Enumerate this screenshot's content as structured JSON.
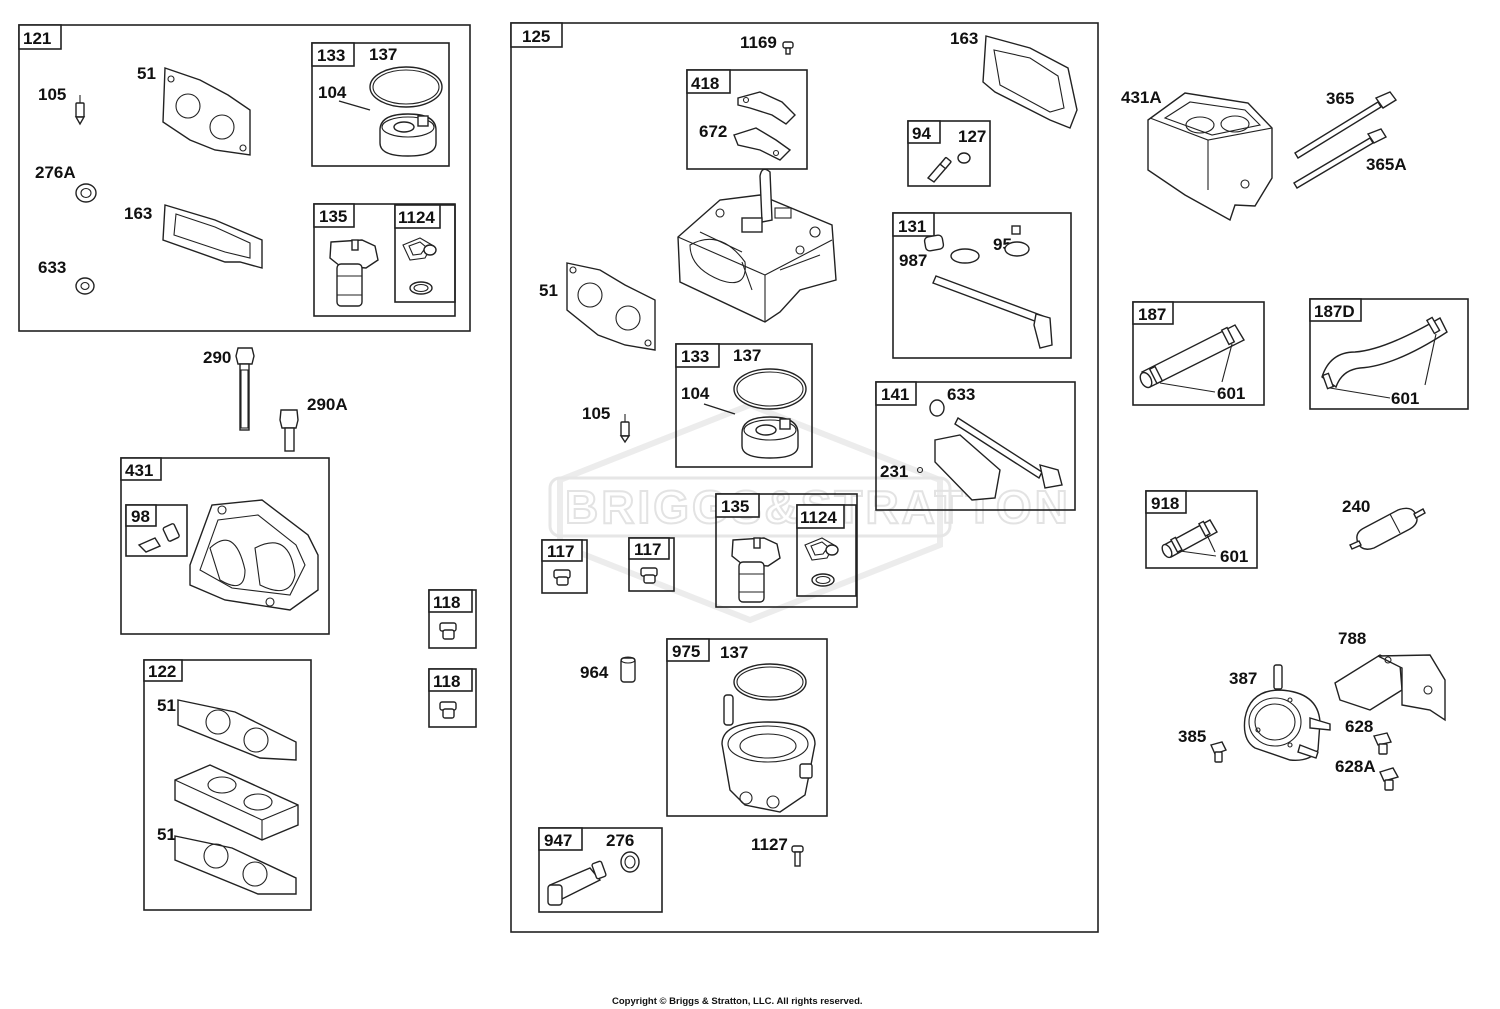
{
  "watermark": "BRIGGS&STRATTON",
  "copyright": "Copyright © Briggs & Stratton, LLC. All rights reserved.",
  "labels": {
    "kit121": "121",
    "k121_105": "105",
    "k121_51": "51",
    "k121_276a": "276A",
    "k121_163": "163",
    "k121_633": "633",
    "kit133a": "133",
    "k133a_137": "137",
    "k133a_104": "104",
    "kit135a": "135",
    "kit1124a": "1124",
    "p290": "290",
    "p290a": "290A",
    "kit431": "431",
    "kit98": "98",
    "kit122": "122",
    "k122_51a": "51",
    "k122_51b": "51",
    "kit118a": "118",
    "kit118b": "118",
    "kit125": "125",
    "k125_1169": "1169",
    "k125_163": "163",
    "kit418": "418",
    "k418_672": "672",
    "kit94": "94",
    "k94_127": "127",
    "k125_51": "51",
    "kit131": "131",
    "k131_95": "95",
    "k131_987": "987",
    "kit133b": "133",
    "k133b_137": "137",
    "k133b_104": "104",
    "k125_105": "105",
    "kit141": "141",
    "k141_633": "633",
    "k141_231": "231",
    "kit117a": "117",
    "kit117b": "117",
    "kit135b": "135",
    "kit1124b": "1124",
    "k125_964": "964",
    "kit975": "975",
    "k975_137": "137",
    "kit947": "947",
    "k947_276": "276",
    "k125_1127": "1127",
    "p431a": "431A",
    "p365": "365",
    "p365a": "365A",
    "kit187": "187",
    "k187_601": "601",
    "kit187d": "187D",
    "k187d_601": "601",
    "kit918": "918",
    "k918_601": "601",
    "p240": "240",
    "p788": "788",
    "p387": "387",
    "p385": "385",
    "p628": "628",
    "p628a": "628A"
  }
}
